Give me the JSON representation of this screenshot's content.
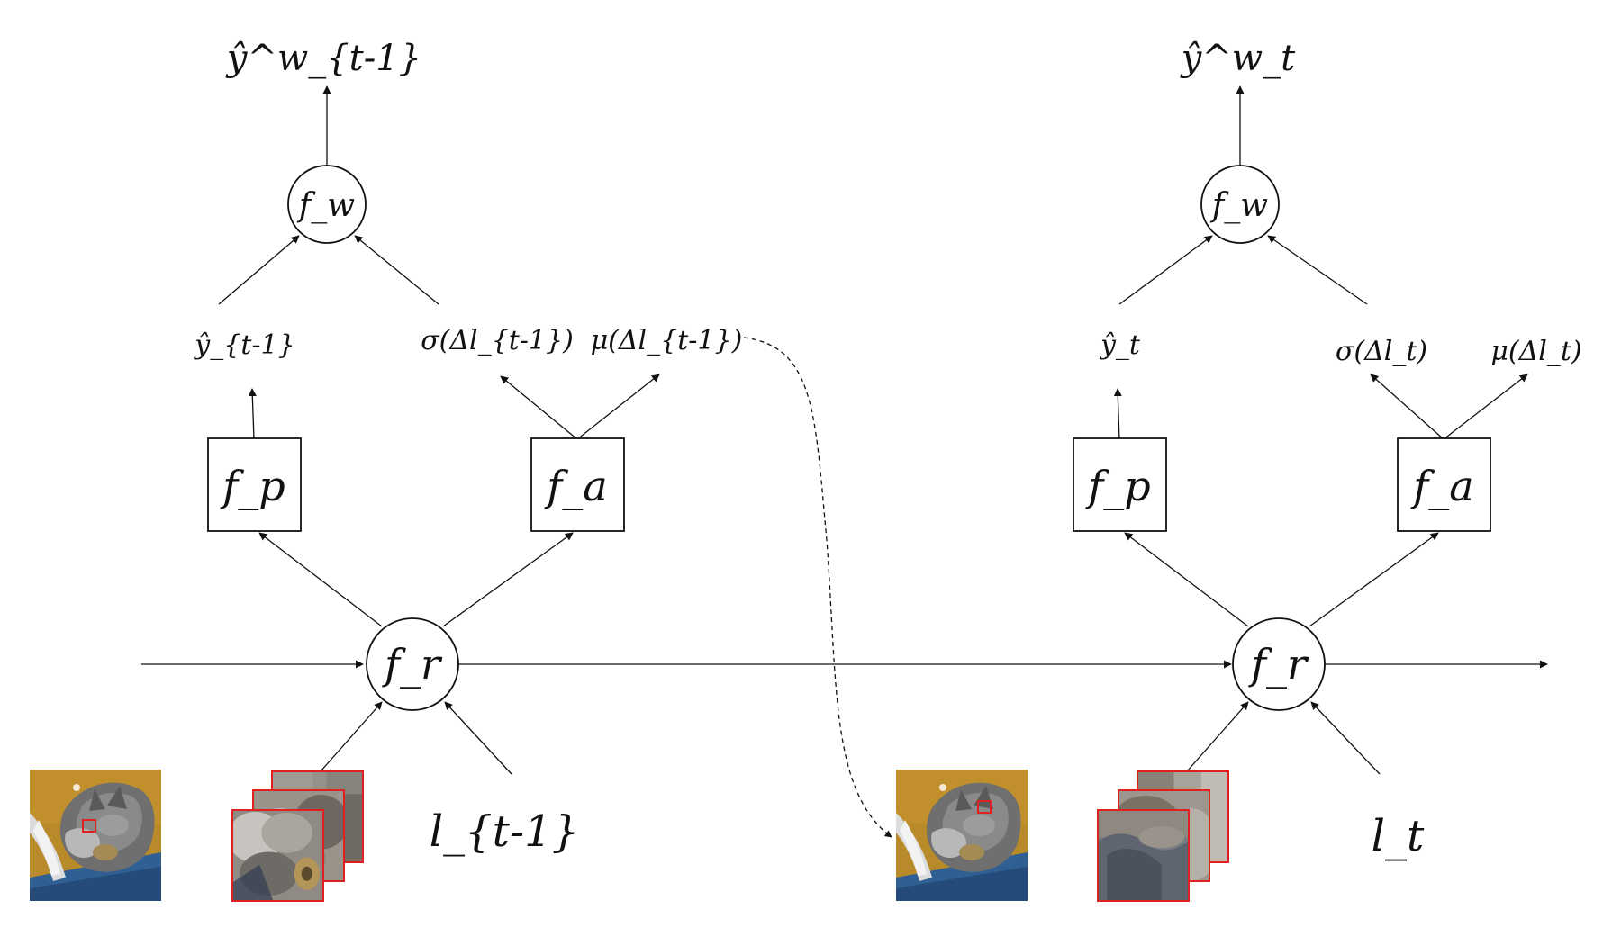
{
  "steps": [
    {
      "output_label": "ŷ^w_{t-1}",
      "fw_label": "f_w",
      "pred_label": "ŷ_{t-1}",
      "sigma_label": "σ(Δl_{t-1})",
      "mu_label": "μ(Δl_{t-1})",
      "fp_label": "f_p",
      "fa_label": "f_a",
      "fr_label": "f_r",
      "location_label": "l_{t-1}"
    },
    {
      "output_label": "ŷ^w_t",
      "fw_label": "f_w",
      "pred_label": "ŷ_t",
      "sigma_label": "σ(Δl_t)",
      "mu_label": "μ(Δl_t)",
      "fp_label": "f_p",
      "fa_label": "f_a",
      "fr_label": "f_r",
      "location_label": "l_t"
    }
  ],
  "colors": {
    "line": "#111111",
    "glimpse_box": "#e02020",
    "image_background": "#b98a2a",
    "image_blanket": "#2f5f93"
  }
}
